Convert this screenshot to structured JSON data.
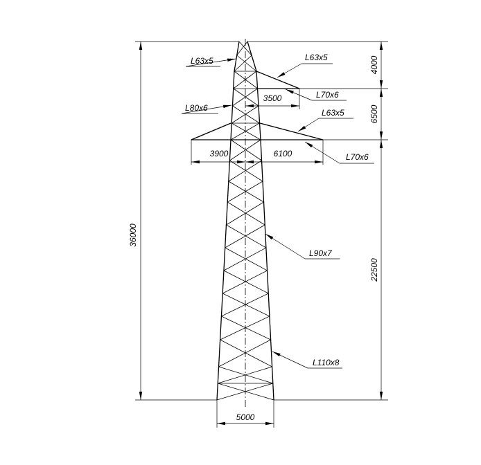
{
  "dimensions": {
    "total_height": "36000",
    "top_segment": "4000",
    "middle_segment": "6500",
    "lower_segment": "22500",
    "base_width": "5000",
    "upper_arm": "3500",
    "lower_arm_left": "3900",
    "lower_arm_right": "6100"
  },
  "members": {
    "top_leg": "L63x5",
    "upper_arm_brace": "L63x5",
    "upper_arm_chord": "L70x6",
    "middle_leg": "L80x6",
    "lower_arm_brace": "L63x5",
    "lower_arm_chord": "L70x6",
    "main_leg": "L90x7",
    "base_leg": "L110x8"
  }
}
